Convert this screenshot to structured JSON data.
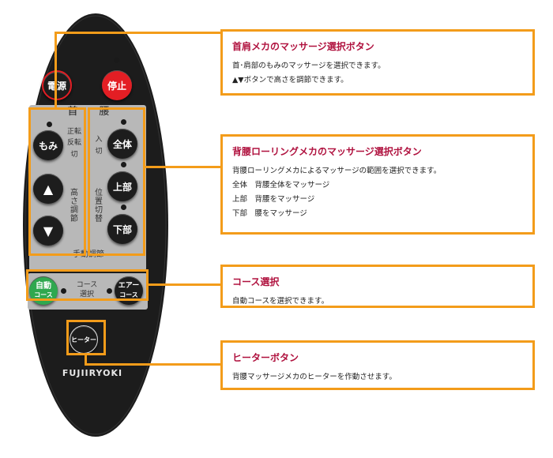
{
  "remote": {
    "power_label": "電源",
    "stop_label": "停止",
    "neck_header": "首",
    "waist_header": "腰",
    "momi_label": "もみ",
    "forward_label": "正転",
    "reverse_label": "反転",
    "off_left_label": "切",
    "height_adjust_label": "高さ調節",
    "on_label": "入",
    "off_right_label": "切",
    "whole_label": "全体",
    "upper_label": "上部",
    "lower_label": "下部",
    "position_switch_label": "位置切替",
    "manual_adjust_label": "手動調節",
    "auto_label_top": "自動",
    "auto_label_bottom": "コース",
    "course_select_top": "コース",
    "course_select_bottom": "選択",
    "air_label_top": "エアー",
    "air_label_bottom": "コース",
    "heater_label": "ヒーター",
    "brand": "FUJIIRYOKI"
  },
  "callouts": [
    {
      "title": "首肩メカのマッサージ選択ボタン",
      "lines": [
        "首･肩部のもみのマッサージを選択できます。",
        "▲▼ボタンで高さを調節できます。"
      ]
    },
    {
      "title": "背腰ローリングメカのマッサージ選択ボタン",
      "lines": [
        "背腰ローリングメカによるマッサージの範囲を選択できます。",
        "全体　背腰全体をマッサージ",
        "上部　背腰をマッサージ",
        "下部　腰をマッサージ"
      ]
    },
    {
      "title": "コース選択",
      "lines": [
        "自動コースを選択できます。"
      ]
    },
    {
      "title": "ヒーターボタン",
      "lines": [
        "背腰マッサージメカのヒーターを作動させます。"
      ]
    }
  ],
  "colors": {
    "accent": "#f39c1a",
    "title_red": "#b0123f",
    "body": "#1c1c1c",
    "panel": "#b8b8b8",
    "red_button": "#e31e24",
    "green_button": "#2fa84f"
  }
}
